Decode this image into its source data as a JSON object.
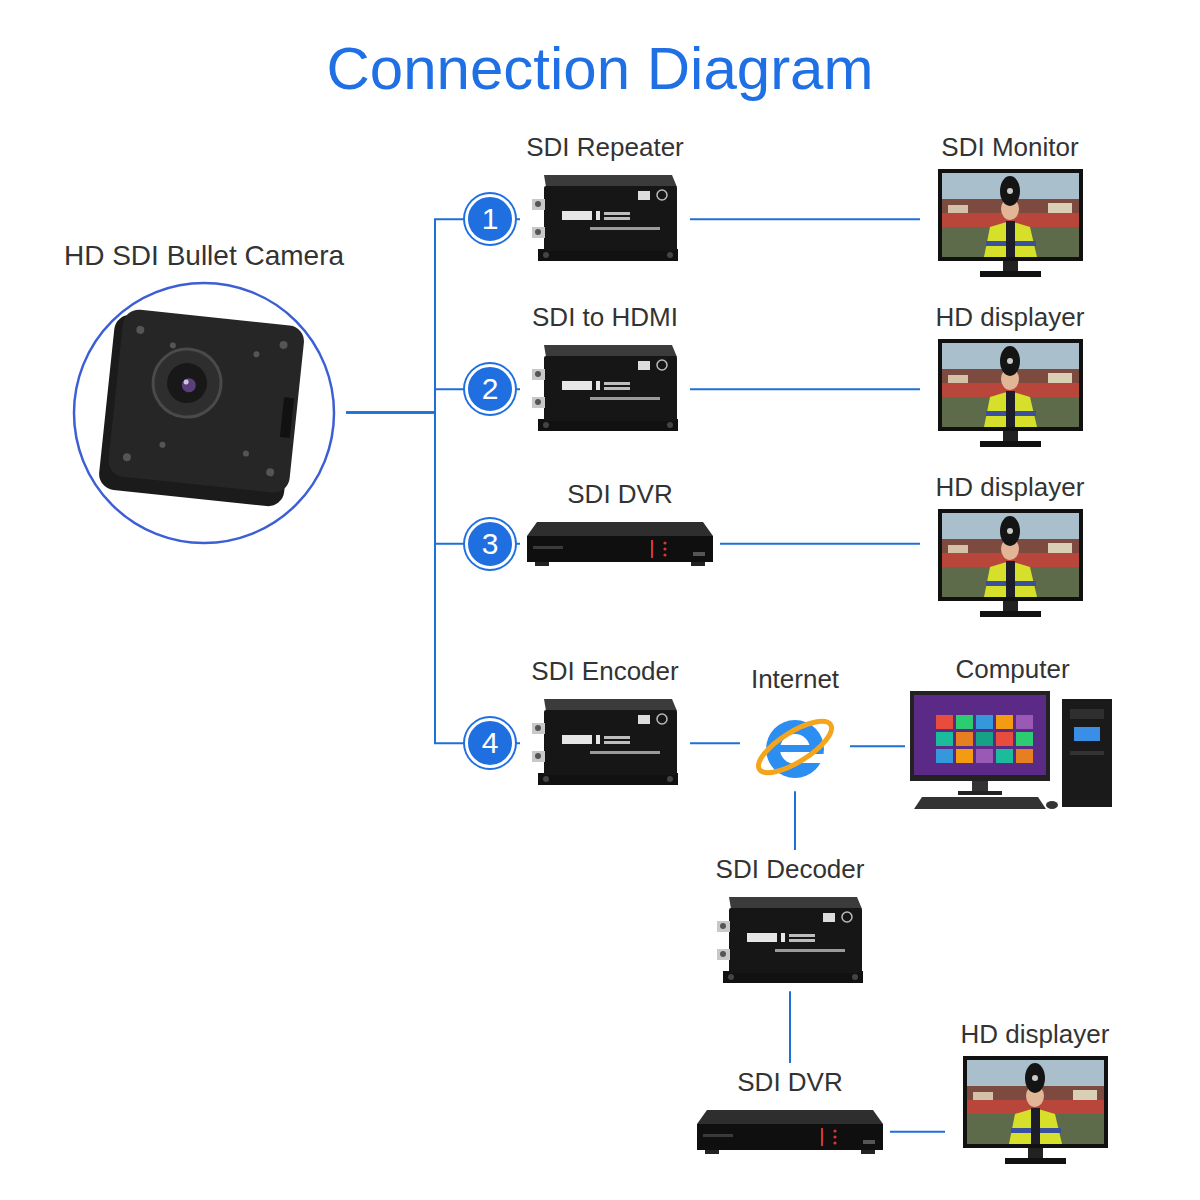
{
  "diagram": {
    "title": "Connection Diagram",
    "nodes": [
      {
        "text": [
          "HD SDI Bullet Camera"
        ]
      },
      {
        "text": [
          "SDI Repeater"
        ]
      },
      {
        "text": [
          "SDI Monitor"
        ]
      },
      {
        "text": [
          "SDI to HDMI"
        ]
      },
      {
        "text": [
          "HD displayer"
        ]
      },
      {
        "text": [
          "SDI DVR"
        ]
      },
      {
        "text": [
          "HD displayer"
        ]
      },
      {
        "text": [
          "SDI Encoder"
        ]
      },
      {
        "text": [
          "Internet"
        ]
      },
      {
        "text": [
          "Computer"
        ]
      },
      {
        "text": [
          "SDI Decoder"
        ]
      },
      {
        "text": [
          "SDI DVR"
        ]
      },
      {
        "text": [
          "HD displayer"
        ]
      }
    ],
    "edges": [
      {
        "from": 0,
        "to": 1,
        "label": "1",
        "arrow": "none"
      },
      {
        "from": 0,
        "to": 3,
        "label": "2",
        "arrow": "none"
      },
      {
        "from": 0,
        "to": 5,
        "label": "3",
        "arrow": "none"
      },
      {
        "from": 0,
        "to": 7,
        "label": "4",
        "arrow": "none"
      },
      {
        "from": 1,
        "to": 2,
        "arrow": "none"
      },
      {
        "from": 3,
        "to": 4,
        "arrow": "none"
      },
      {
        "from": 5,
        "to": 6,
        "arrow": "none"
      },
      {
        "from": 7,
        "to": 8,
        "arrow": "none"
      },
      {
        "from": 8,
        "to": 9,
        "arrow": "none"
      },
      {
        "from": 8,
        "to": 10,
        "arrow": "none"
      },
      {
        "from": 10,
        "to": 11,
        "arrow": "none"
      },
      {
        "from": 11,
        "to": 12,
        "arrow": "none"
      }
    ]
  }
}
